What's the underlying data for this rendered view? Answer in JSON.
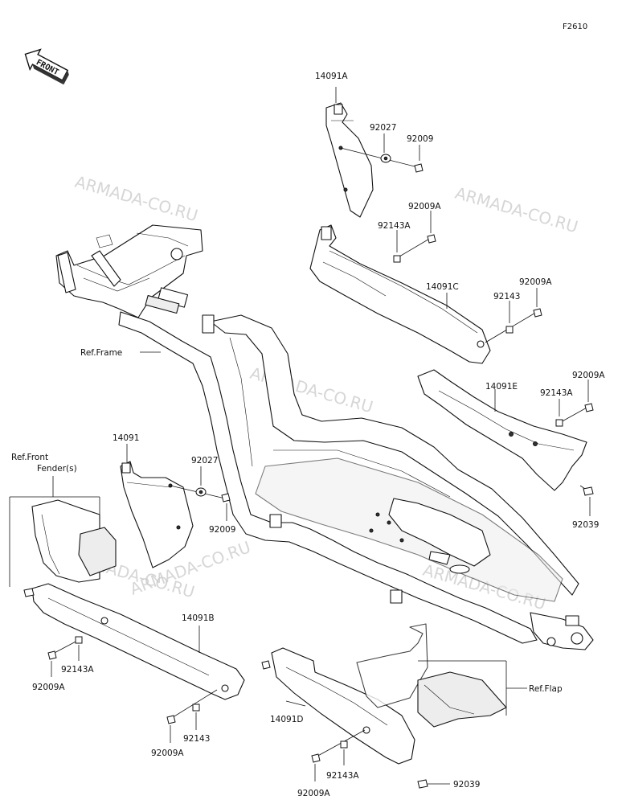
{
  "figure_code": "F2610",
  "front_badge": "FRONT",
  "watermarks": [
    "ARMADA-CO.RU",
    "ARMADA-CO.RU",
    "ARMADA-CO.RU",
    "ARMADA-CO.RU",
    "ARMADA-CO.RU",
    "ARMADA-CO.RU"
  ],
  "refs": {
    "frame": "Ref.Frame",
    "front_fender_line1": "Ref.Front",
    "front_fender_line2": "Fender(s)",
    "flap": "Ref.Flap"
  },
  "parts": {
    "p14091A": "14091A",
    "p92027_top": "92027",
    "p92009_top": "92009",
    "p92009A_1": "92009A",
    "p92143A_1": "92143A",
    "p14091C": "14091C",
    "p92009A_2": "92009A",
    "p92143_1": "92143",
    "p92009A_3": "92009A",
    "p14091E": "14091E",
    "p92143A_2": "92143A",
    "p92039_1": "92039",
    "p14091": "14091",
    "p92027_low": "92027",
    "p92009_low": "92009",
    "p14091B": "14091B",
    "p92143A_3": "92143A",
    "p92009A_4": "92009A",
    "p92143_2": "92143",
    "p92009A_5": "92009A",
    "p14091D": "14091D",
    "p92143A_4": "92143A",
    "p92009A_6": "92009A",
    "p92039_2": "92039"
  }
}
